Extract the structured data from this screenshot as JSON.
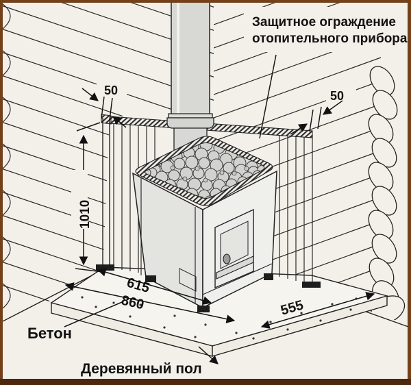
{
  "labels": {
    "guard_line1": "Защитное ограждение",
    "guard_line2": "отопительного прибора",
    "concrete": "Бетон",
    "wooden_floor": "Деревянный пол"
  },
  "dimensions": {
    "left_gap": "50",
    "right_gap": "50",
    "screen_height": "1010",
    "base_width_inner": "615",
    "base_width_outer": "860",
    "base_depth": "555"
  },
  "colors": {
    "background": "#f3f0e9",
    "line": "#1c1c1c",
    "frame_border": "#74401a",
    "frame_border_bottom": "#4d270e",
    "metal_light": "#efefec",
    "metal_mid": "#e3e3e0",
    "pipe": "#d8d8d5",
    "stone": "#d2d2cf",
    "slab_top": "#f6f4ee",
    "slab_side": "#efece4"
  }
}
